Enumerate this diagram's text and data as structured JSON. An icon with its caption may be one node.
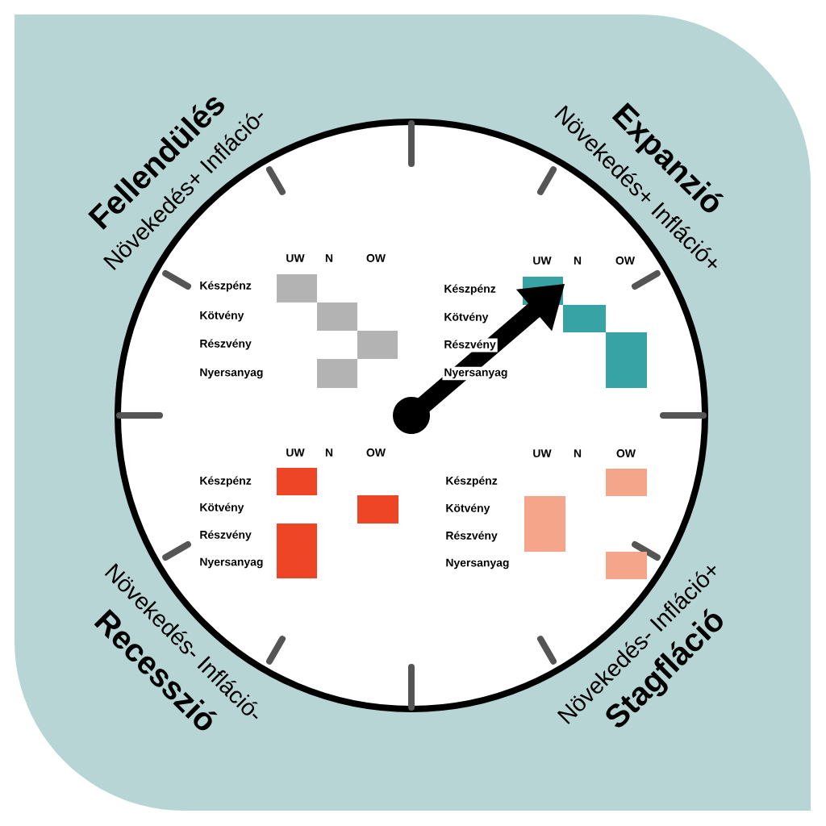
{
  "diagram": {
    "labels": [
      "Fellendülés",
      "Növekedés+ Infláció-",
      "Expanzió",
      "Növekedés+ Infláció+",
      "UW",
      "N",
      "OW",
      "Készpénz",
      "Kötvény",
      "Részvény",
      "Nyersanyag",
      "UW",
      "N",
      "OW",
      "Készpénz",
      "Kötvény",
      "Részvény",
      "Nyersanyag",
      "UW",
      "N",
      "OW",
      "Készpénz",
      "Kötvény",
      "Részvény",
      "Nyersanyag",
      "UW",
      "N",
      "OW",
      "Készpénz",
      "Kötvény",
      "Részvény",
      "Nyersanyag",
      "Növekedés- Infláció-",
      "Recesszió",
      "Növekedés- Infláció+",
      "Stagfláció"
    ]
  }
}
